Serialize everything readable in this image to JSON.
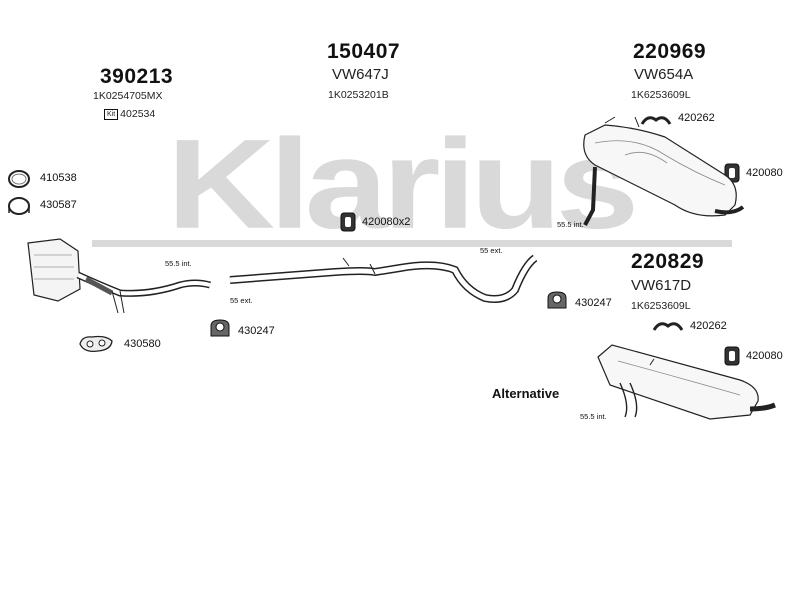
{
  "brand": {
    "watermark_text": "Klarius"
  },
  "parts": [
    {
      "part_number": "390213",
      "oem": "1K0254705MX",
      "kit_label": "Kit",
      "kit_ref": "402534"
    },
    {
      "part_number": "150407",
      "code": "VW647J",
      "oem": "1K0253201B"
    },
    {
      "part_number": "220969",
      "code": "VW654A",
      "oem": "1K6253609L"
    },
    {
      "part_number": "220829",
      "code": "VW617D",
      "oem": "1K6253609L"
    }
  ],
  "fittings": {
    "f410538": "410538",
    "f430587": "430587",
    "f430580": "430580",
    "f430247_a": "430247",
    "f430247_b": "430247",
    "f420080x2": "420080x2",
    "f420262_a": "420262",
    "f420080_a": "420080",
    "f420262_b": "420262",
    "f420080_b": "420080"
  },
  "dimensions": {
    "d1": "55.5 int.",
    "d2": "55 ext.",
    "d3": "55 ext.",
    "d4": "55.5 int.",
    "d5": "55.5 int."
  },
  "alternative_label": "Alternative"
}
